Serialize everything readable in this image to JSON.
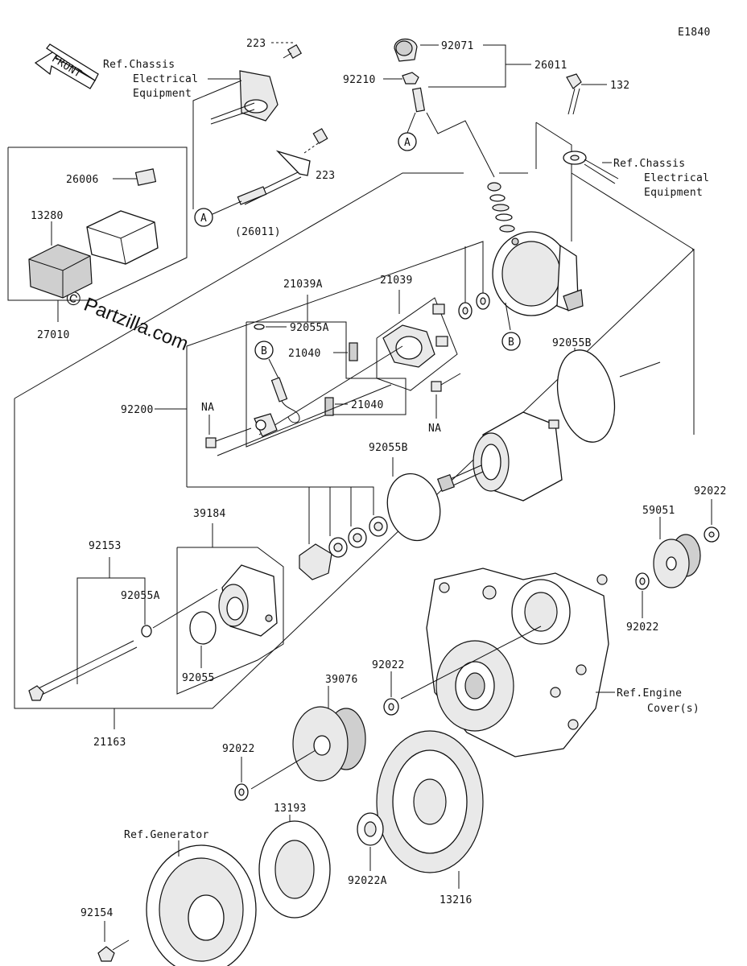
{
  "diagram_id": "E1840",
  "watermark": "© Partzilla.com",
  "front_arrow_text": "FRONT",
  "callouts": {
    "A1": "A",
    "A2": "A",
    "B1": "B",
    "B2": "B"
  },
  "labels": {
    "p223_top": "223",
    "p223_mid": "223",
    "ref_chassis_1": [
      "Ref.Chassis",
      "Electrical",
      "Equipment"
    ],
    "ref_chassis_2": [
      "Ref.Chassis",
      "Electrical",
      "Equipment"
    ],
    "p92071": "92071",
    "p26011": "26011",
    "p92210": "92210",
    "p132": "132",
    "p26006": "26006",
    "p13280": "13280",
    "p26011_paren": "(26011)",
    "p27010": "27010",
    "p21039A": "21039A",
    "p21039": "21039",
    "p92055A_top": "92055A",
    "p21040_a": "21040",
    "p21040_b": "21040",
    "p92200": "92200",
    "NA_left": "NA",
    "NA_right": "NA",
    "p92055B_right": "92055B",
    "p92055B_mid": "92055B",
    "p92022_r1": "92022",
    "p59051": "59051",
    "p92022_r2": "92022",
    "p92153": "92153",
    "p39184": "39184",
    "p92055A_low": "92055A",
    "p92055": "92055",
    "p92022_mid": "92022",
    "p39076": "39076",
    "ref_engine": [
      "Ref.Engine",
      "Cover(s)"
    ],
    "p21163": "21163",
    "p92022_low": "92022",
    "p13193": "13193",
    "ref_generator": "Ref.Generator",
    "p92022A": "92022A",
    "p13216": "13216",
    "p92154": "92154"
  }
}
